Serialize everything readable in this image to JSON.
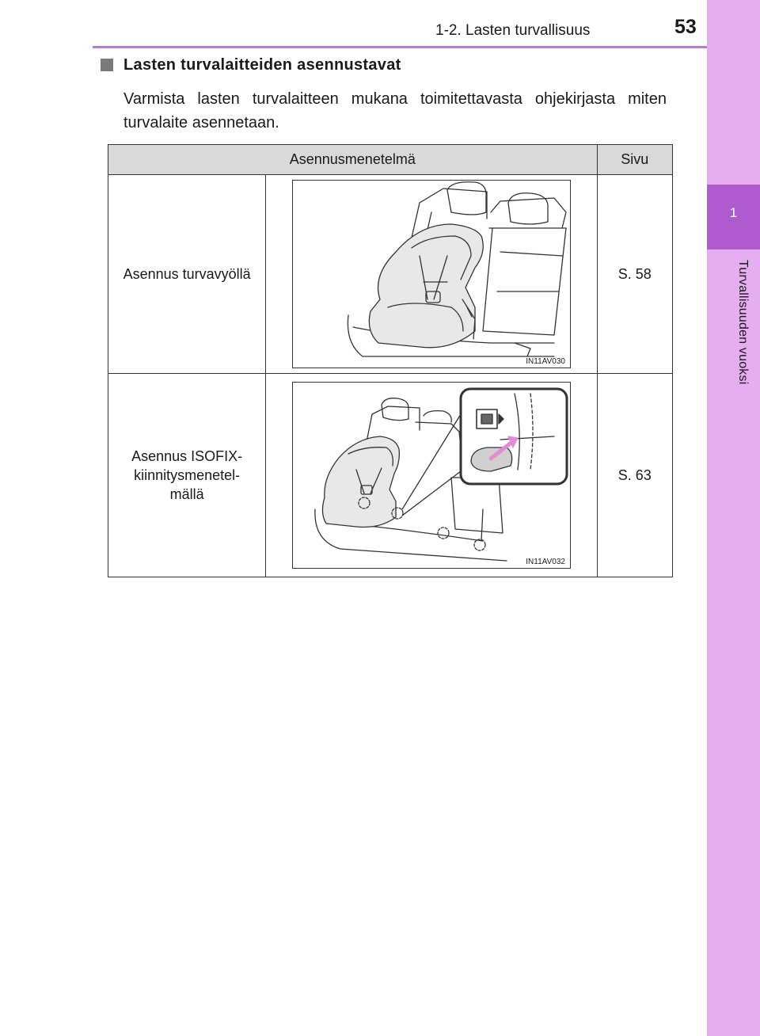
{
  "header": {
    "section": "1-2. Lasten turvallisuus",
    "page_number": "53"
  },
  "side_tab": {
    "chapter_number": "1",
    "chapter_title": "Turvallisuuden vuoksi"
  },
  "content": {
    "heading": "Lasten turvalaitteiden asennustavat",
    "paragraph": "Varmista lasten turvalaitteen mukana toimitettavasta ohjekirjasta miten turvalaite asennetaan."
  },
  "table": {
    "headers": [
      "Asennusmenetelmä",
      "Sivu"
    ],
    "rows": [
      {
        "method": "Asennus turvavyöllä",
        "image_code": "IN11AV030",
        "page": "S. 58"
      },
      {
        "method": "Asennus ISOFIX-kiinnitysmenetel-mällä",
        "method_lines": [
          "Asennus ISOFIX-",
          "kiinnitysmenetel-",
          "mällä"
        ],
        "image_code": "IN11AV032",
        "page": "S. 63"
      }
    ]
  },
  "colors": {
    "side_tab": "#e6aef0",
    "chapter_tab": "#b05ad0",
    "header_rule": "#b87cd4",
    "table_header": "#d9d9d9",
    "arrow_accent": "#e38ad9"
  }
}
